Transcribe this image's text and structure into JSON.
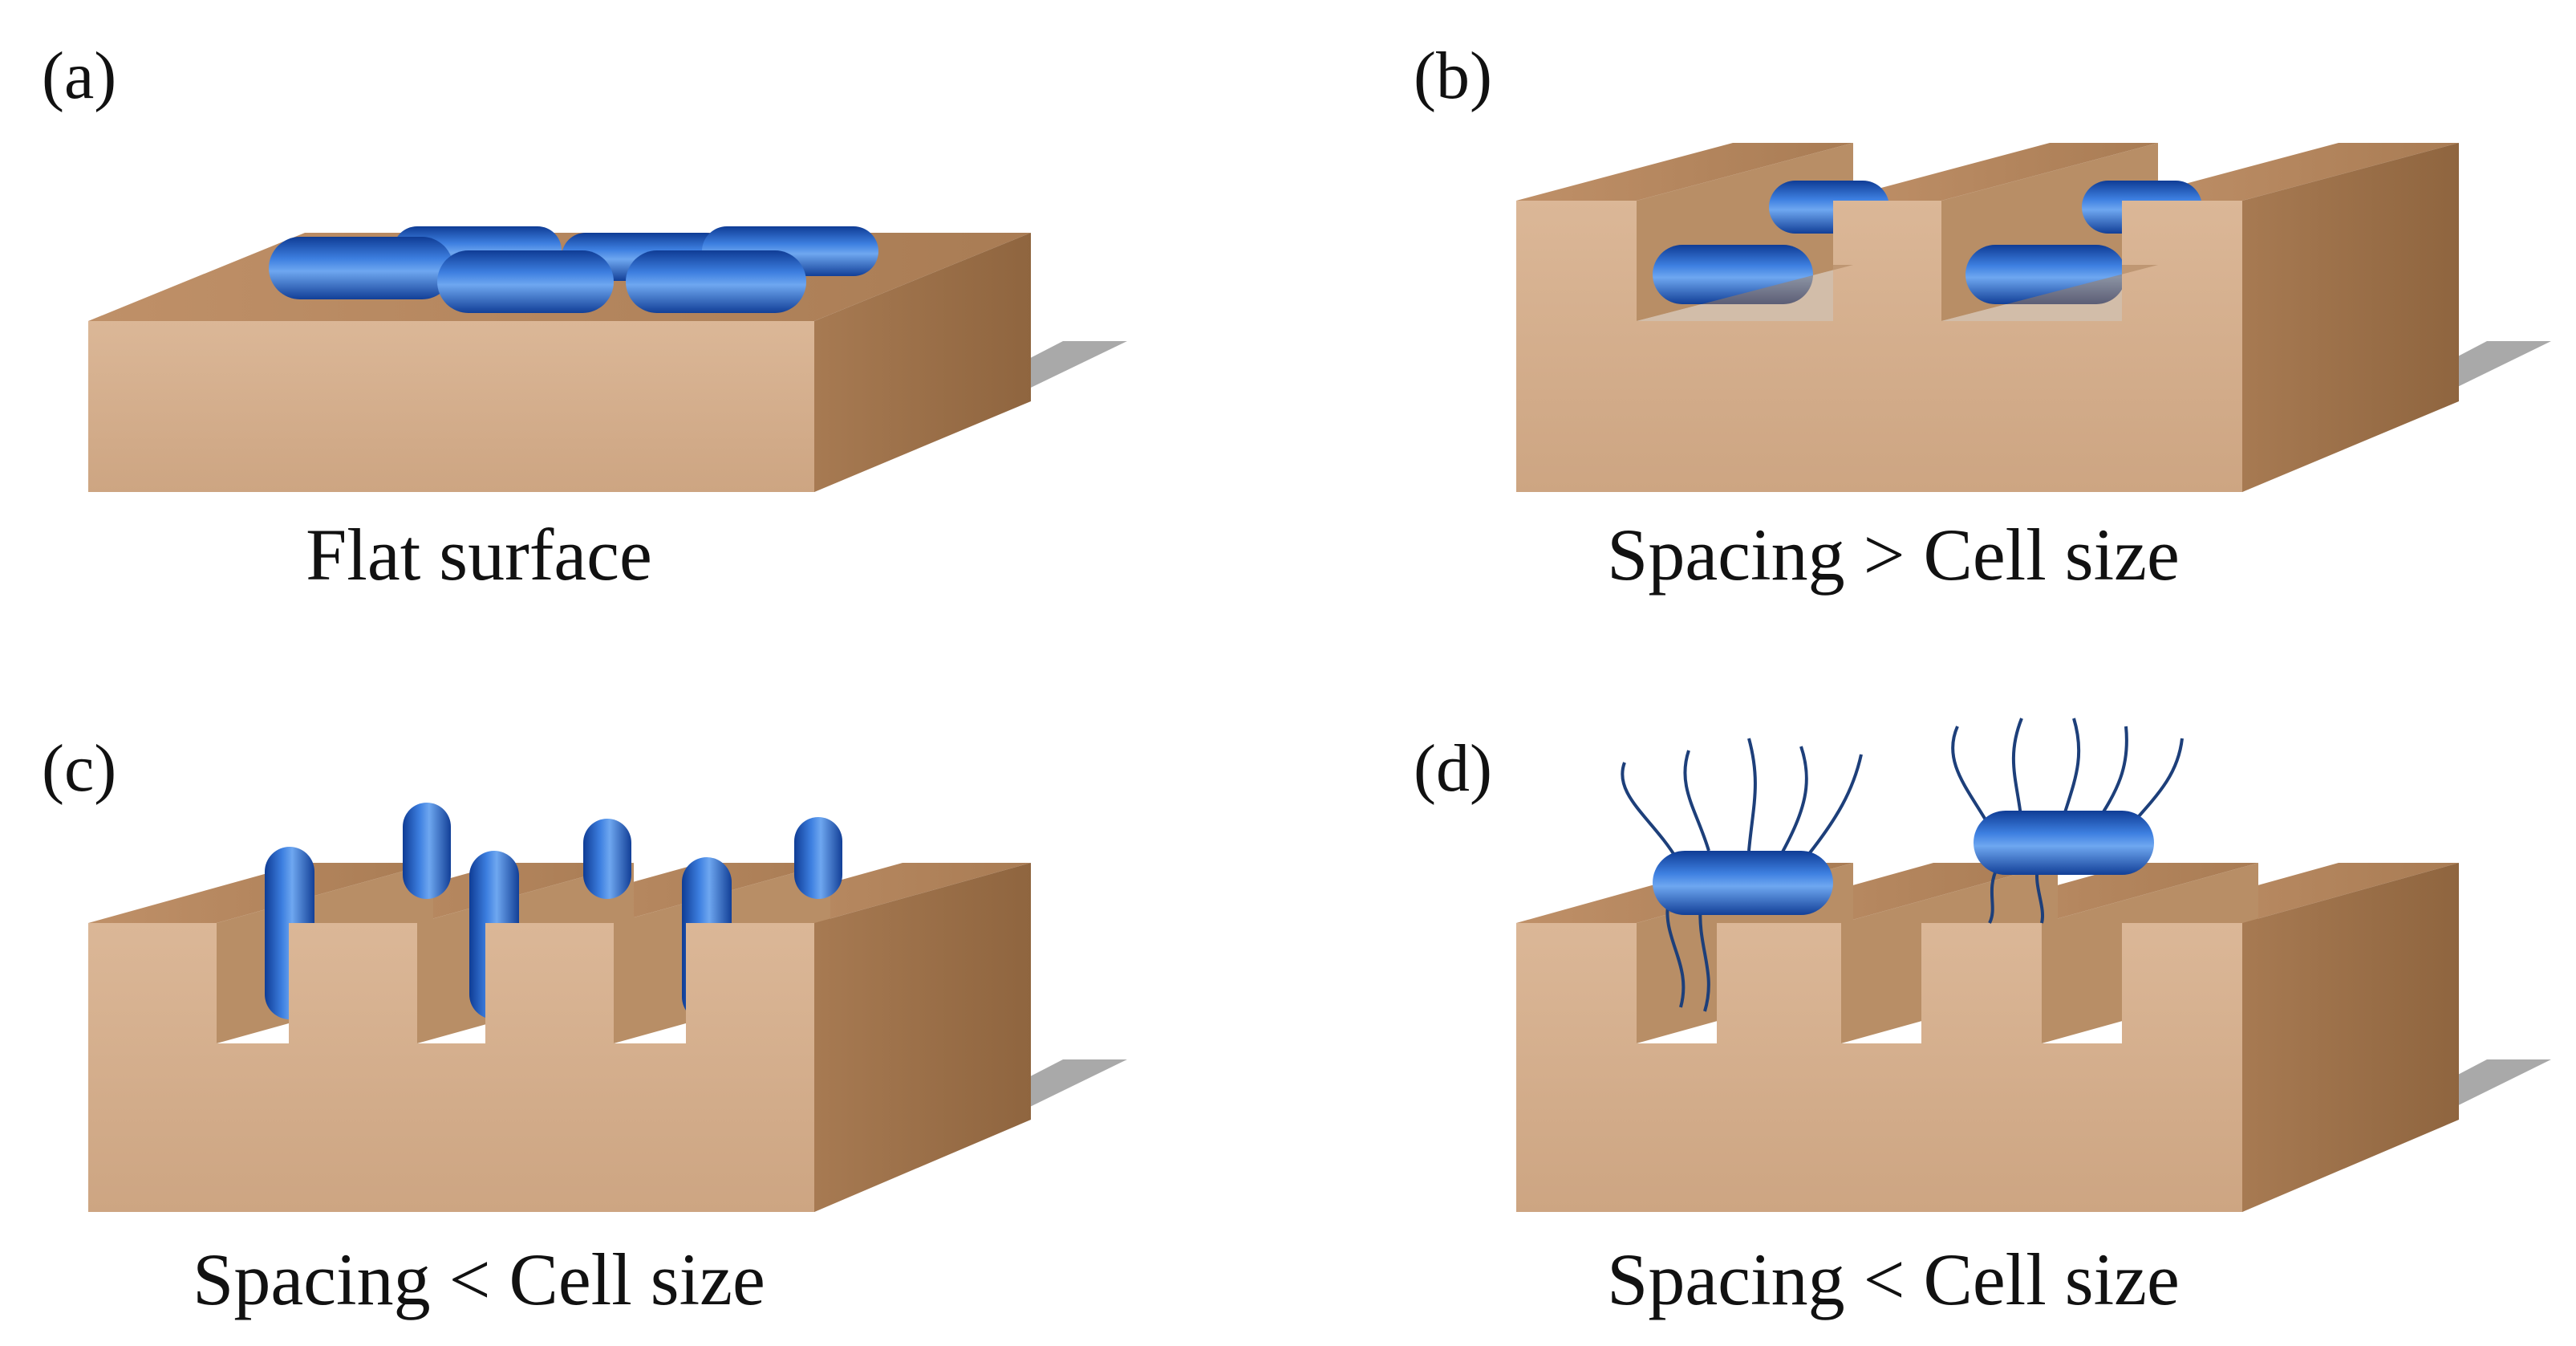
{
  "colors": {
    "background": "#ffffff",
    "block_top": "#b5865a",
    "block_front": "#d3ad8a",
    "block_side": "#9c7049",
    "groove_wall": "#b88e66",
    "groove_floor": "#a57b53",
    "shadow": "#a9a9a9",
    "bacteria": "#1f57c4",
    "bacteria_highlight": "#7fb4f2",
    "flagella": "#1d3f7a",
    "text": "#111111"
  },
  "panels": [
    {
      "id": "a",
      "label": "(a)",
      "caption": "Flat surface"
    },
    {
      "id": "b",
      "label": "(b)",
      "caption": "Spacing > Cell size"
    },
    {
      "id": "c",
      "label": "(c)",
      "caption": "Spacing < Cell size"
    },
    {
      "id": "d",
      "label": "(d)",
      "caption": "Spacing < Cell size"
    }
  ]
}
